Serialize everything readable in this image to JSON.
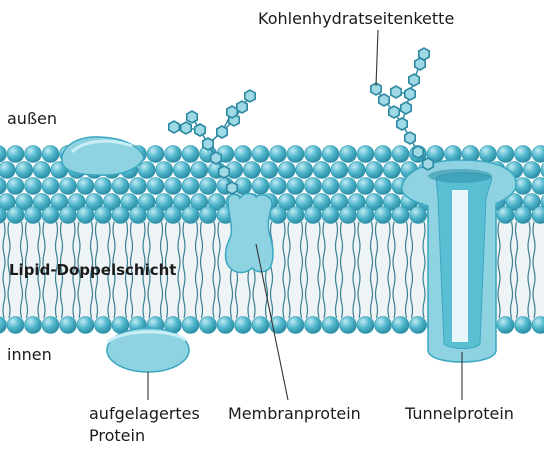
{
  "labels": {
    "carbohydrate_chain": "Kohlenhydratseitenkette",
    "outside": "außen",
    "inside": "innen",
    "bilayer": "Lipid-Doppelschicht",
    "peripheral_protein_line1": "aufgelagertes",
    "peripheral_protein_line2": "Protein",
    "membrane_protein": "Membranprotein",
    "tunnel_protein": "Tunnelprotein"
  },
  "colors": {
    "lipid_head": "#4fb6cc",
    "lipid_head_dark": "#2e97ad",
    "protein_fill": "#8fd3e2",
    "protein_stroke": "#3aa7c0",
    "tail": "#3a7f93",
    "sugar_fill": "#9fd9e6",
    "sugar_stroke": "#2e8aa2",
    "leader_line": "#333333"
  }
}
